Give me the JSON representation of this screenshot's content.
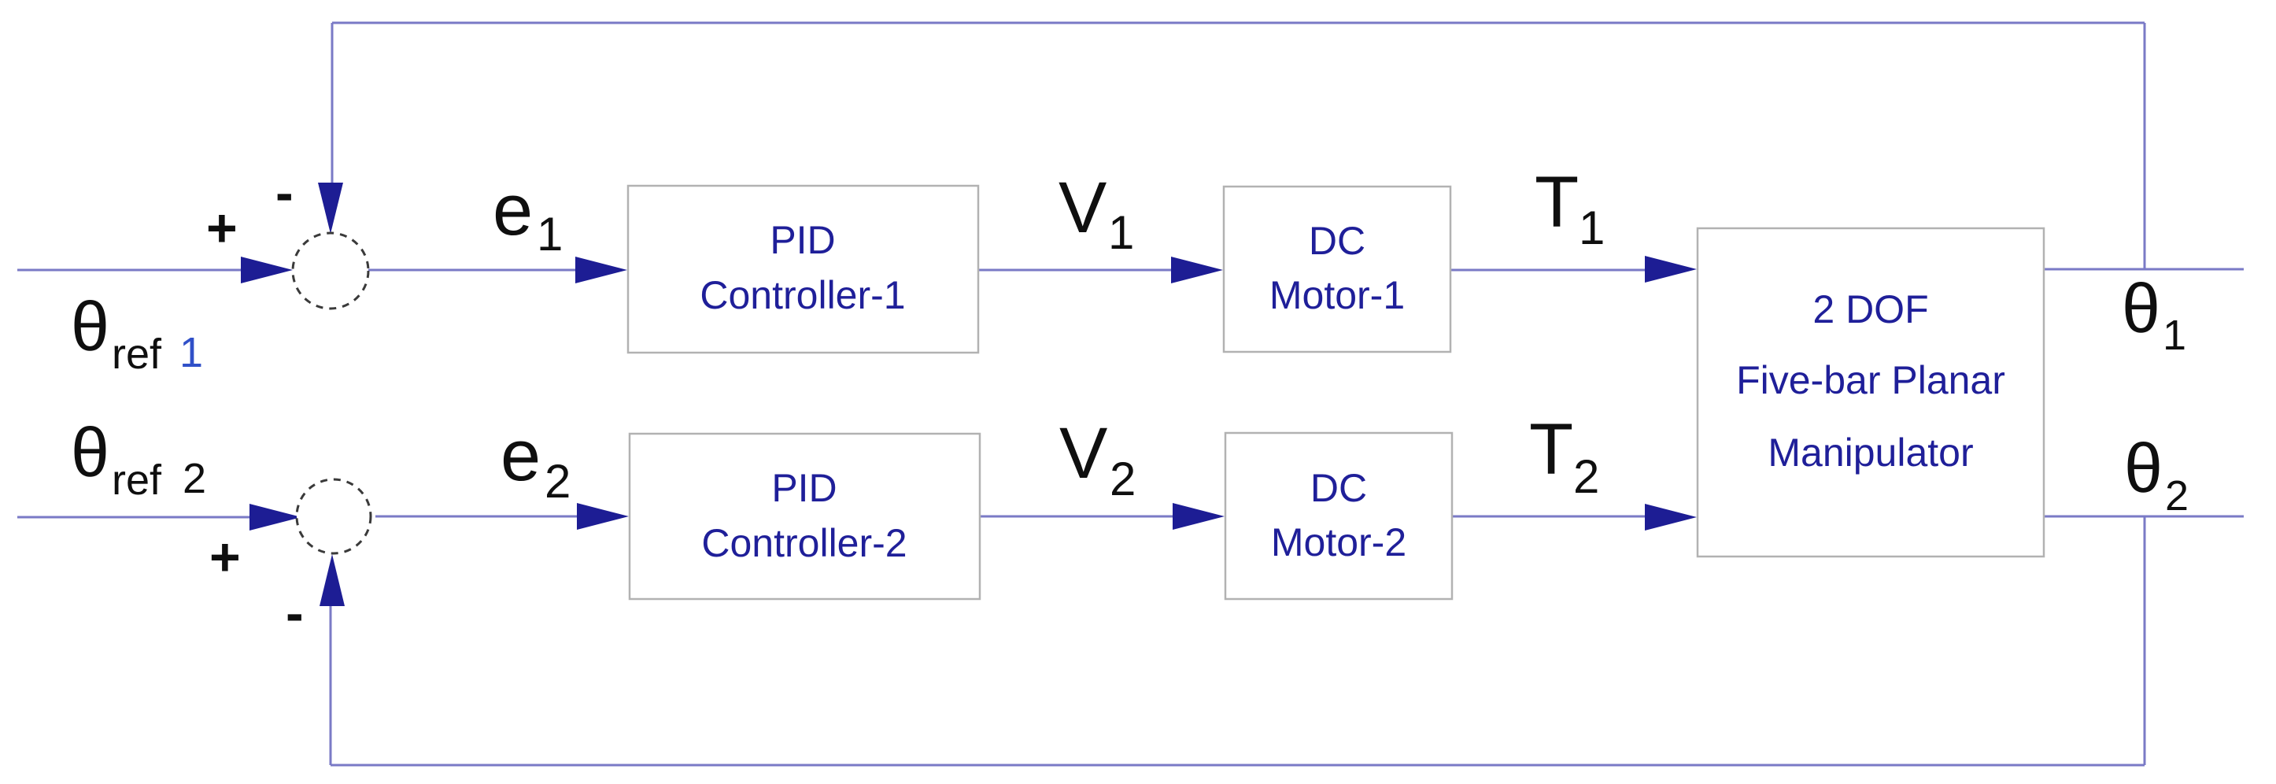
{
  "diagram": {
    "kind": "control-system-block-diagram",
    "colors": {
      "wire": "#7a7ac6",
      "arrow": "#1d1d94",
      "block_border": "#b2b2b2",
      "block_text": "#1f1f99",
      "label_text": "#0f0f0f",
      "ref1_index": "#3050c8",
      "junction_outline": "#3a3a3a",
      "background": "#ffffff"
    },
    "inputs": {
      "ref1": {
        "symbol": "θ",
        "subscript": "ref",
        "index": "1"
      },
      "ref2": {
        "symbol": "θ",
        "subscript": "ref",
        "index": "2"
      }
    },
    "junction1": {
      "plus": "+",
      "minus": "-"
    },
    "junction2": {
      "plus": "+",
      "minus": "-"
    },
    "signals": {
      "e1": {
        "base": "e",
        "sub": "1"
      },
      "e2": {
        "base": "e",
        "sub": "2"
      },
      "v1": {
        "base": "V",
        "sub": "1"
      },
      "v2": {
        "base": "V",
        "sub": "2"
      },
      "t1": {
        "base": "T",
        "sub": "1"
      },
      "t2": {
        "base": "T",
        "sub": "2"
      }
    },
    "outputs": {
      "theta1": {
        "base": "θ",
        "sub": "1"
      },
      "theta2": {
        "base": "θ",
        "sub": "2"
      }
    },
    "blocks": {
      "pid1": {
        "line1": "PID",
        "line2": "Controller-1"
      },
      "pid2": {
        "line1": "PID",
        "line2": "Controller-2"
      },
      "motor1": {
        "line1": "DC",
        "line2": "Motor-1"
      },
      "motor2": {
        "line1": "DC",
        "line2": "Motor-2"
      },
      "plant": {
        "line1": "2 DOF",
        "line2": "Five-bar Planar",
        "line3": "Manipulator"
      }
    }
  }
}
